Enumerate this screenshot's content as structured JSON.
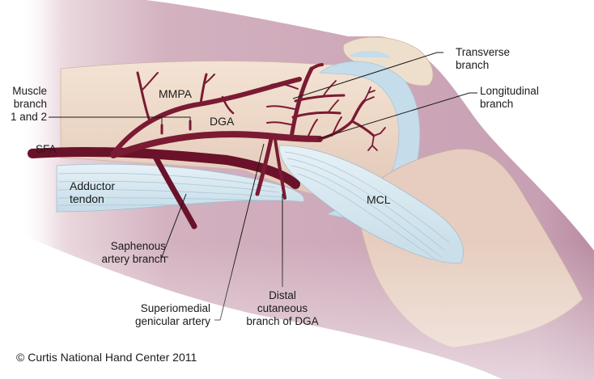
{
  "figure": {
    "title": "Descending genicular artery anatomy of the medial knee",
    "copyright": "© Curtis National Hand Center 2011",
    "colors": {
      "skin": "#c9a3b4",
      "skin_light": "#e6d2d8",
      "bone": "#ecd9c8",
      "cartilage": "#c3dbe9",
      "tendon": "#dbeaf2",
      "artery": "#7a1a33",
      "artery_dark": "#5c0f24",
      "leader_line": "#1a1a1a"
    }
  },
  "labels": {
    "muscle_branch": "Muscle\nbranch\n1 and 2",
    "sfa": "SFA",
    "mmpa": "MMPA",
    "dga": "DGA",
    "transverse_branch": "Transverse\nbranch",
    "longitudinal_branch": "Longitudinal\nbranch",
    "adductor_tendon": "Adductor\ntendon",
    "mcl": "MCL",
    "saphenous_artery_branch": "Saphenous\nartery branch",
    "superiomedial_genicular_artery": "Superiomedial\ngenicular artery",
    "distal_cutaneous_branch": "Distal\ncutaneous\nbranch of DGA"
  }
}
